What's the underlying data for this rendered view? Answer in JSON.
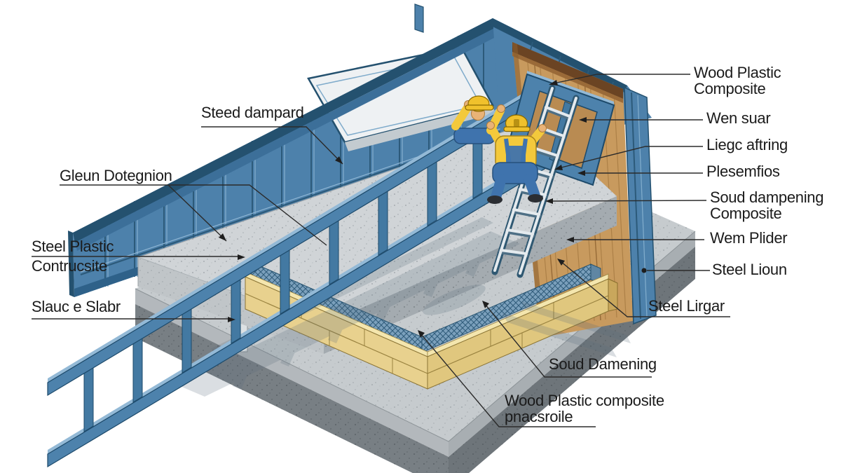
{
  "figure": {
    "type": "isometric-construction-diagram",
    "background": "#ffffff",
    "subject": "steel-framed building assembly on concrete slab with two workers and ladder"
  },
  "palette": {
    "steel_blue": "#4d82ac",
    "steel_blue_dark": "#1d4a6b",
    "steel_blue_light": "#93b9d6",
    "plywood_tan": "#c89a5e",
    "plank_yellow": "#e8d18e",
    "mesh_layer_blue": "#7ba0bc",
    "concrete_top": "#d0d4d7",
    "concrete_dark": "#6e757a",
    "safety_yellow": "#f0c12c",
    "worker_blue": "#3f73ad",
    "leader_line": "#2b2b2b",
    "label_text": "#1b1b1b"
  },
  "labels": {
    "steed_dampard": {
      "line1": "Steed dampard"
    },
    "gleun_dotegnion": {
      "line1": "Gleun Dotegnion"
    },
    "steel_plastic_contrucsite": {
      "line1": "Steel Plastic",
      "line2": "Contrucsite"
    },
    "slauc_e_slabr": {
      "line1": "Slauc e Slabr"
    },
    "wood_plastic_composite": {
      "line1": "Wood Plastic",
      "line2": "Composite"
    },
    "wen_suar": {
      "line1": "Wen suar"
    },
    "liegc_aftring": {
      "line1": "Liegc aftring"
    },
    "plesemfios": {
      "line1": "Plesemfios"
    },
    "soud_dampening_composite": {
      "line1": "Soud dampening",
      "line2": "Composite"
    },
    "wem_plider": {
      "line1": "Wem Plider"
    },
    "steel_lioun": {
      "line1": "Steel Lioun"
    },
    "steel_lirgar": {
      "line1": "Steel Lirgar"
    },
    "soud_damening": {
      "line1": "Soud Damening"
    },
    "wood_plastic_composite_pnacsroile": {
      "line1": "Wood Plastic composite",
      "line2": "pnacsroile"
    }
  }
}
